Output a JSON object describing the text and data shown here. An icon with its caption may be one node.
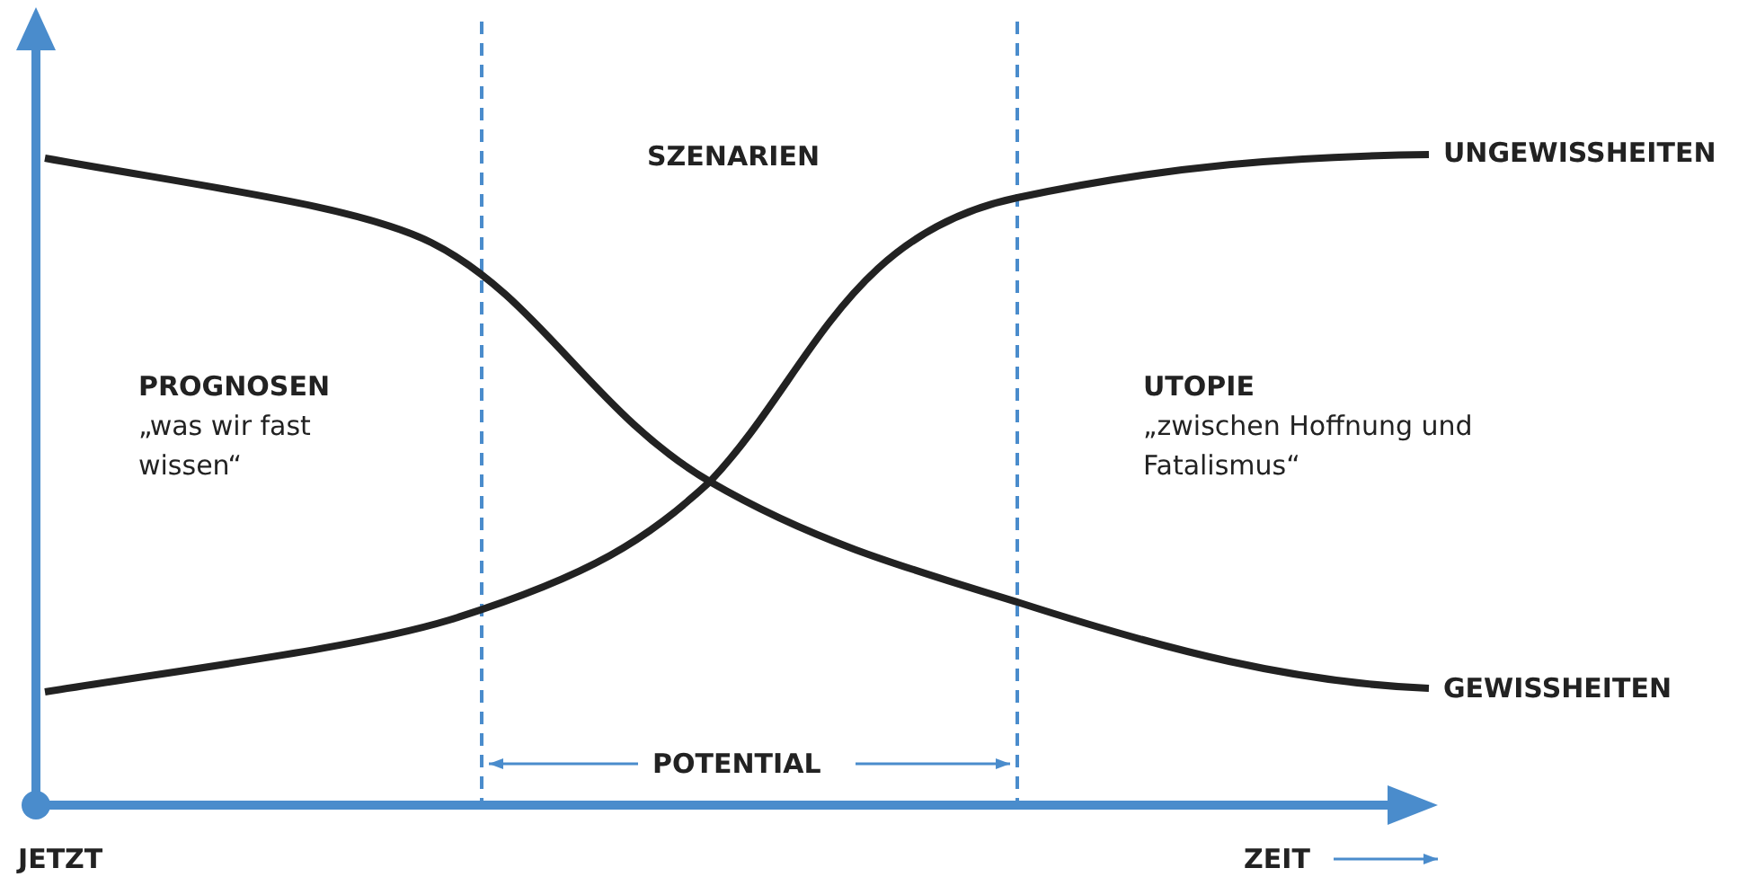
{
  "diagram": {
    "labels": [
      "SZENARIEN",
      "UNGEWISSHEITEN",
      "PROGNOSEN",
      "„was wir fast wissen“",
      "UTOPIE",
      "„zwischen Hoffnung und Fatalismus“",
      "GEWISSHEITEN",
      "POTENTIAL",
      "JETZT",
      "ZEIT"
    ]
  }
}
